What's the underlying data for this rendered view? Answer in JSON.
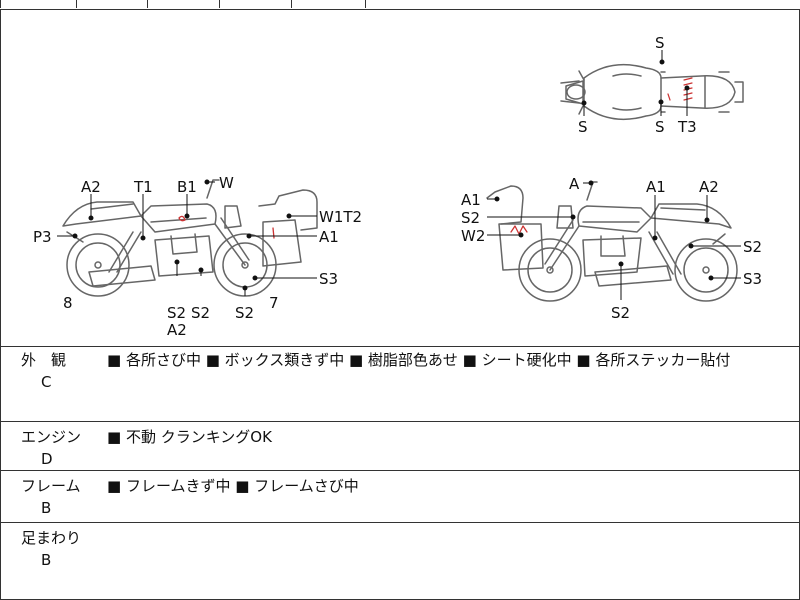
{
  "header_strip": {
    "clipped_text": ""
  },
  "diagram_labels": {
    "top_view": [
      "S",
      "S",
      "S",
      "T3"
    ],
    "left_side": [
      "A2",
      "T1",
      "B1",
      "W",
      "P3",
      "W1T2",
      "A1",
      "S3",
      "8",
      "S2",
      "S2",
      "S2",
      "7",
      "A2"
    ],
    "right_side": [
      "A",
      "A1",
      "A2",
      "A1",
      "S2",
      "W2",
      "S2",
      "S3",
      "S2"
    ]
  },
  "rows": [
    {
      "title": "外　観",
      "grade": "C",
      "notes": "■ 各所さび中 ■ ボックス類きず中 ■ 樹脂部色あせ ■ シート硬化中 ■ 各所ステッカー貼付"
    },
    {
      "title": "エンジン",
      "grade": "D",
      "notes": "■ 不動 クランキングOK"
    },
    {
      "title": "フレーム",
      "grade": "B",
      "notes": "■ フレームきず中 ■ フレームさび中"
    },
    {
      "title": "足まわり",
      "grade": "B",
      "notes": ""
    }
  ]
}
